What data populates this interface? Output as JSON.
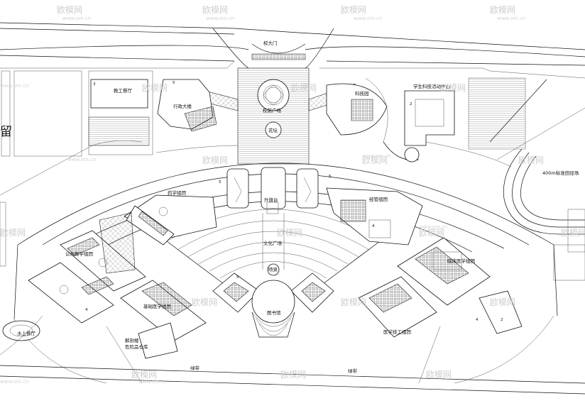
{
  "labels": {
    "main_gate": "校大门",
    "staff_canteen": "教工餐厅",
    "admin_building": "行政大楼",
    "school_square": "校前广场",
    "flower_bed": "花坛",
    "science_building": "科技园",
    "student_activity": "学生科技活动中心",
    "track_field": "400m标准田径场",
    "teaching_building": "药学组团",
    "flag_platform": "升旗台",
    "economics_group": "经管组团",
    "culture_square": "文化广场",
    "central_pool": "喷泉",
    "public_teaching": "公共教学组团",
    "medical_group": "临床医学组团",
    "basic_medicine": "基础医学组团",
    "library": "图书馆",
    "medical_tech": "医学技工组团",
    "anatomy_building": "解剖楼",
    "specimen_warehouse": "危险品仓库",
    "water_dining": "水上餐厅",
    "green_belt_left": "绿带",
    "green_belt_right": "绿带",
    "side_char": "留"
  },
  "numbers": {
    "n1": "3",
    "n2": "5",
    "n3": "2",
    "n4": "5",
    "n5": "4",
    "n6": "5",
    "n7": "4",
    "n8": "5",
    "n9": "4",
    "n10": "2"
  },
  "watermark": {
    "brand": "欧模网",
    "url": "www.om.cn"
  }
}
